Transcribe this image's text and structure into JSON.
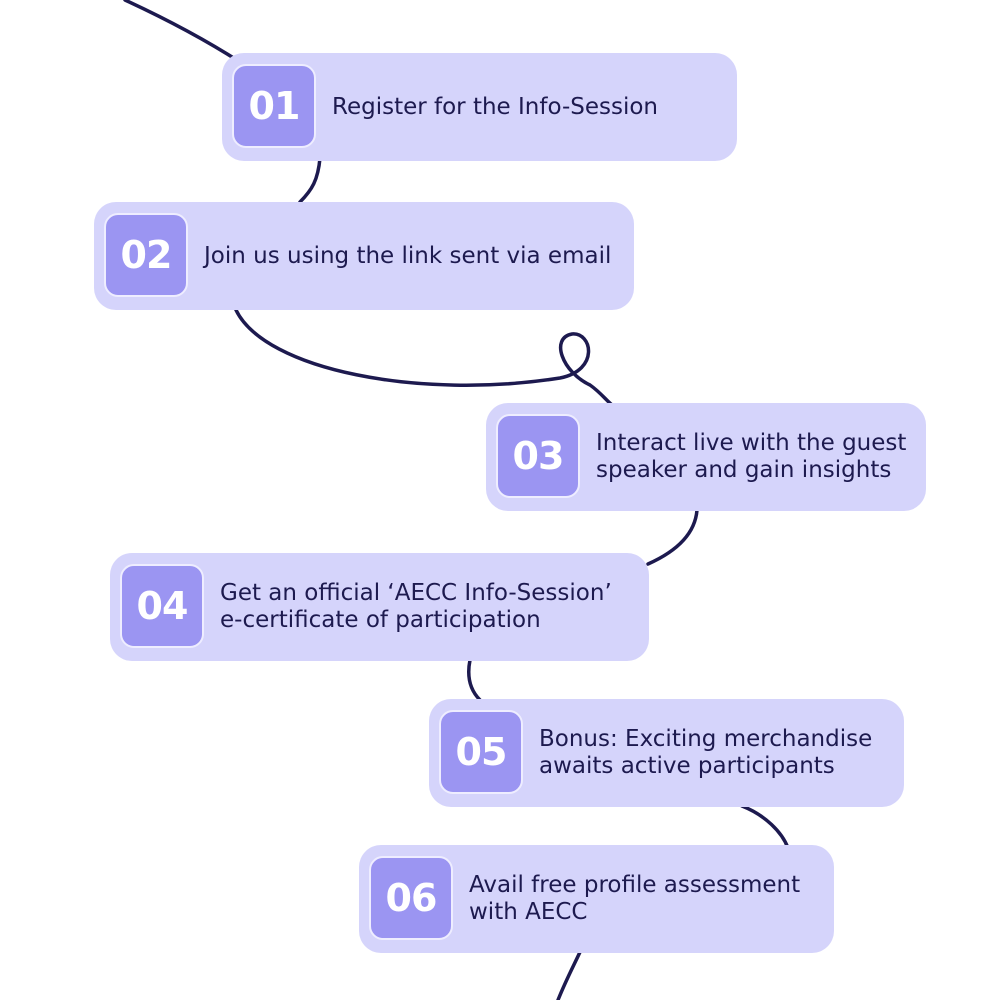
{
  "colors": {
    "card_background": "#d5d4fb",
    "badge_background": "#9b95f2",
    "text": "#1d1a4f",
    "connector_line": "#1d1a4f"
  },
  "steps": [
    {
      "number": "01",
      "text": "Register for the Info-Session"
    },
    {
      "number": "02",
      "text": "Join us using the link sent via email"
    },
    {
      "number": "03",
      "text": "Interact live with the guest\nspeaker and gain insights"
    },
    {
      "number": "04",
      "text": "Get an official ‘AECC Info-Session’\ne-certificate of participation"
    },
    {
      "number": "05",
      "text": "Bonus: Exciting merchandise\nawaits active participants"
    },
    {
      "number": "06",
      "text": "Avail free profile assessment\nwith AECC"
    }
  ]
}
